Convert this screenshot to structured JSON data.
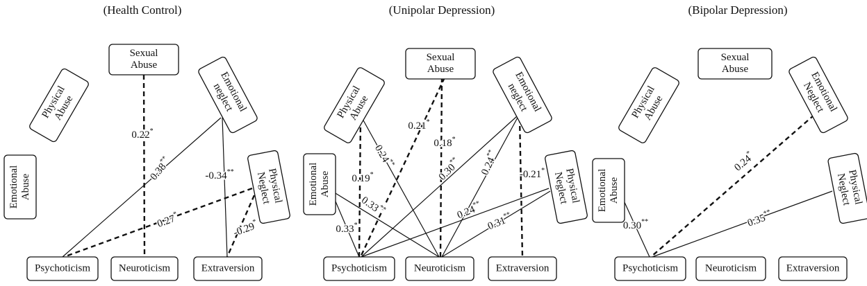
{
  "panels": [
    {
      "title": "(Health Control)",
      "nodes": {
        "sexual_abuse": {
          "lines": [
            "Sexual",
            "Abuse"
          ]
        },
        "physical_abuse": {
          "lines": [
            "Physical",
            "Abuse"
          ]
        },
        "emotional_neglect": {
          "lines": [
            "Emotional",
            "neglect"
          ]
        },
        "emotional_abuse": {
          "lines": [
            "Emotional",
            "Abuse"
          ]
        },
        "physical_neglect": {
          "lines": [
            "Physical",
            "Neglect"
          ]
        },
        "psychoticism": {
          "lines": [
            "Psychoticism"
          ]
        },
        "neuroticism": {
          "lines": [
            "Neuroticism"
          ]
        },
        "extraversion": {
          "lines": [
            "Extraversion"
          ]
        }
      },
      "edges": [
        {
          "from": "sexual_abuse",
          "to": "neuroticism",
          "style": "dashed",
          "coef": "0.22",
          "sig": "*"
        },
        {
          "from": "emotional_neglect",
          "to": "psychoticism",
          "style": "solid",
          "coef": "0.38",
          "sig": "**"
        },
        {
          "from": "emotional_neglect",
          "to": "extraversion",
          "style": "solid",
          "coef": "-0.34",
          "sig": "**"
        },
        {
          "from": "physical_neglect",
          "to": "psychoticism",
          "style": "dashed",
          "coef": "0.27",
          "sig": "*"
        },
        {
          "from": "physical_neglect",
          "to": "extraversion",
          "style": "dashed",
          "coef": "-0.29",
          "sig": "*"
        }
      ]
    },
    {
      "title": "(Unipolar Depression)",
      "nodes": {
        "sexual_abuse": {
          "lines": [
            "Sexual",
            "Abuse"
          ]
        },
        "physical_abuse": {
          "lines": [
            "Physical",
            "Abuse"
          ]
        },
        "emotional_neglect": {
          "lines": [
            "Emotional",
            "neglect"
          ]
        },
        "emotional_abuse": {
          "lines": [
            "Emotional",
            "Abuse"
          ]
        },
        "physical_neglect": {
          "lines": [
            "Physical",
            "Neglect"
          ]
        },
        "psychoticism": {
          "lines": [
            "Psychoticism"
          ]
        },
        "neuroticism": {
          "lines": [
            "Neuroticism"
          ]
        },
        "extraversion": {
          "lines": [
            "Extraversion"
          ]
        }
      },
      "edges": [
        {
          "from": "physical_abuse",
          "to": "psychoticism",
          "style": "dashed",
          "coef": "0.19",
          "sig": "*"
        },
        {
          "from": "physical_abuse",
          "to": "neuroticism",
          "style": "solid",
          "coef": "0.24",
          "sig": "**"
        },
        {
          "from": "sexual_abuse",
          "to": "psychoticism",
          "style": "dashed",
          "coef": "0.21",
          "sig": "*"
        },
        {
          "from": "sexual_abuse",
          "to": "neuroticism",
          "style": "dashed",
          "coef": "0.18",
          "sig": "*"
        },
        {
          "from": "emotional_neglect",
          "to": "psychoticism",
          "style": "solid",
          "coef": "0.30",
          "sig": "**"
        },
        {
          "from": "emotional_neglect",
          "to": "neuroticism",
          "style": "solid",
          "coef": "0.24",
          "sig": "**"
        },
        {
          "from": "emotional_neglect",
          "to": "extraversion",
          "style": "dashed",
          "coef": "-0.21",
          "sig": "*"
        },
        {
          "from": "emotional_abuse",
          "to": "psychoticism",
          "style": "solid",
          "coef": "0.33",
          "sig": "*"
        },
        {
          "from": "emotional_abuse",
          "to": "neuroticism",
          "style": "solid",
          "coef": "0.33",
          "sig": "**"
        },
        {
          "from": "physical_neglect",
          "to": "psychoticism",
          "style": "solid",
          "coef": "0.24",
          "sig": "**"
        },
        {
          "from": "physical_neglect",
          "to": "neuroticism",
          "style": "solid",
          "coef": "0.31",
          "sig": "**"
        }
      ]
    },
    {
      "title": "(Bipolar Depression)",
      "nodes": {
        "sexual_abuse": {
          "lines": [
            "Sexual",
            "Abuse"
          ]
        },
        "physical_abuse": {
          "lines": [
            "Physical",
            "Abuse"
          ]
        },
        "emotional_neglect": {
          "lines": [
            "Emotional",
            "Neglect"
          ]
        },
        "emotional_abuse": {
          "lines": [
            "Emotional",
            "Abuse"
          ]
        },
        "physical_neglect": {
          "lines": [
            "Physical",
            "Neglect"
          ]
        },
        "psychoticism": {
          "lines": [
            "Psychoticism"
          ]
        },
        "neuroticism": {
          "lines": [
            "Neuroticism"
          ]
        },
        "extraversion": {
          "lines": [
            "Extraversion"
          ]
        }
      },
      "edges": [
        {
          "from": "emotional_neglect",
          "to": "psychoticism",
          "style": "dashed",
          "coef": "0.24",
          "sig": "*"
        },
        {
          "from": "emotional_abuse",
          "to": "psychoticism",
          "style": "solid",
          "coef": "0.30",
          "sig": "**"
        },
        {
          "from": "physical_neglect",
          "to": "psychoticism",
          "style": "solid",
          "coef": "0.35",
          "sig": "**"
        }
      ]
    }
  ]
}
